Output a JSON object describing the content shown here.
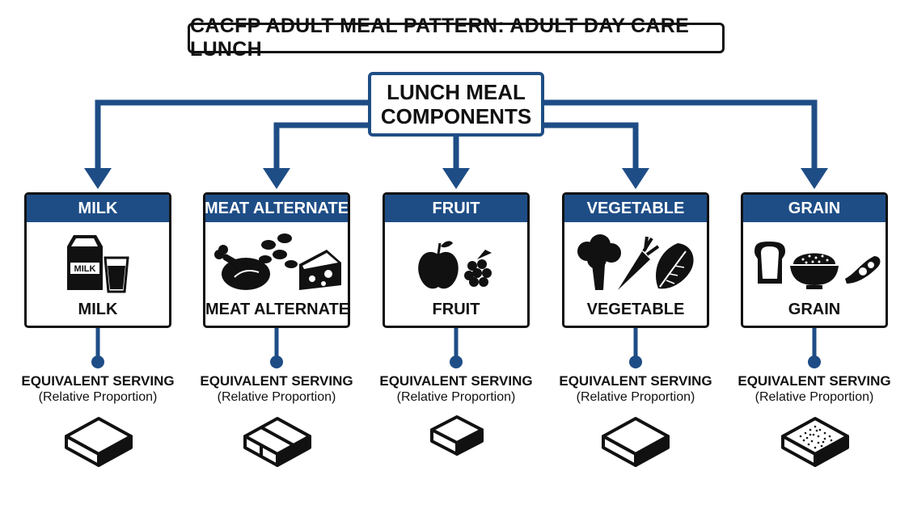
{
  "title": "CACFP ADULT MEAL PATTERN: ADULT DAY CARE LUNCH",
  "root": {
    "line1": "LUNCH MEAL",
    "line2": "COMPONENTS"
  },
  "components": [
    {
      "header": "MILK",
      "label": "MILK",
      "icon_text": "MILK",
      "serving_title": "EQUIVALENT SERVING",
      "serving_sub": "(Relative Proportion)",
      "icons": [
        "milk-carton-icon",
        "glass-of-milk-icon"
      ],
      "cube": "plain"
    },
    {
      "header": "MEAT ALTERNATE",
      "label": "MEAT ALTERNATE",
      "serving_title": "EQUIVALENT SERVING",
      "serving_sub": "(Relative Proportion)",
      "icons": [
        "poultry-leg-icon",
        "beans-icon",
        "cheese-wedge-icon"
      ],
      "cube": "divided"
    },
    {
      "header": "FRUIT",
      "label": "FRUIT",
      "serving_title": "EQUIVALENT SERVING",
      "serving_sub": "(Relative Proportion)",
      "icons": [
        "apple-icon",
        "berries-icon"
      ],
      "cube": "small"
    },
    {
      "header": "VEGETABLE",
      "label": "VEGETABLE",
      "serving_title": "EQUIVALENT SERVING",
      "serving_sub": "(Relative Proportion)",
      "icons": [
        "broccoli-icon",
        "carrot-icon",
        "leafy-greens-icon"
      ],
      "cube": "plain"
    },
    {
      "header": "GRAIN",
      "label": "GRAIN",
      "serving_title": "EQUIVALENT SERVING",
      "serving_sub": "(Relative Proportion)",
      "icons": [
        "bread-slice-icon",
        "rice-bowl-icon",
        "bean-pod-icon"
      ],
      "cube": "dotted"
    }
  ],
  "colors": {
    "primary": "#1e4d86",
    "ink": "#111111",
    "background": "#ffffff"
  }
}
